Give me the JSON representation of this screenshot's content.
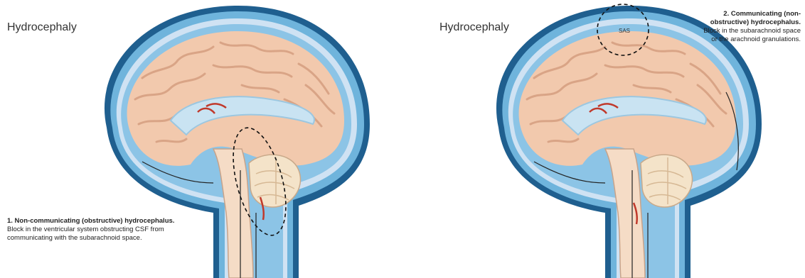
{
  "left": {
    "title": "Hydrocephaly",
    "caption_heading": "1. Non-communicating (obstructive) hydrocephalus.",
    "caption_lines": [
      "Block in the ventricular system obstructing CSF from",
      "communicating with the subarachnoid space."
    ]
  },
  "right": {
    "title": "Hydrocephaly",
    "caption_heading_lines": [
      "2. Communicating (non-",
      "obstructive) hydrocephalus."
    ],
    "caption_lines": [
      "Block in the subarachnoid space",
      "or the arachnoid granulations."
    ],
    "sas_label": "SAS"
  },
  "colors": {
    "skull_outer": "#1f5f8f",
    "csf_blue": "#6fb4dc",
    "brain_pink": "#f2c9ad",
    "brain_shadow": "#d9a486",
    "ventricle": "#c9e3f2",
    "choroid_red": "#c0392b"
  }
}
